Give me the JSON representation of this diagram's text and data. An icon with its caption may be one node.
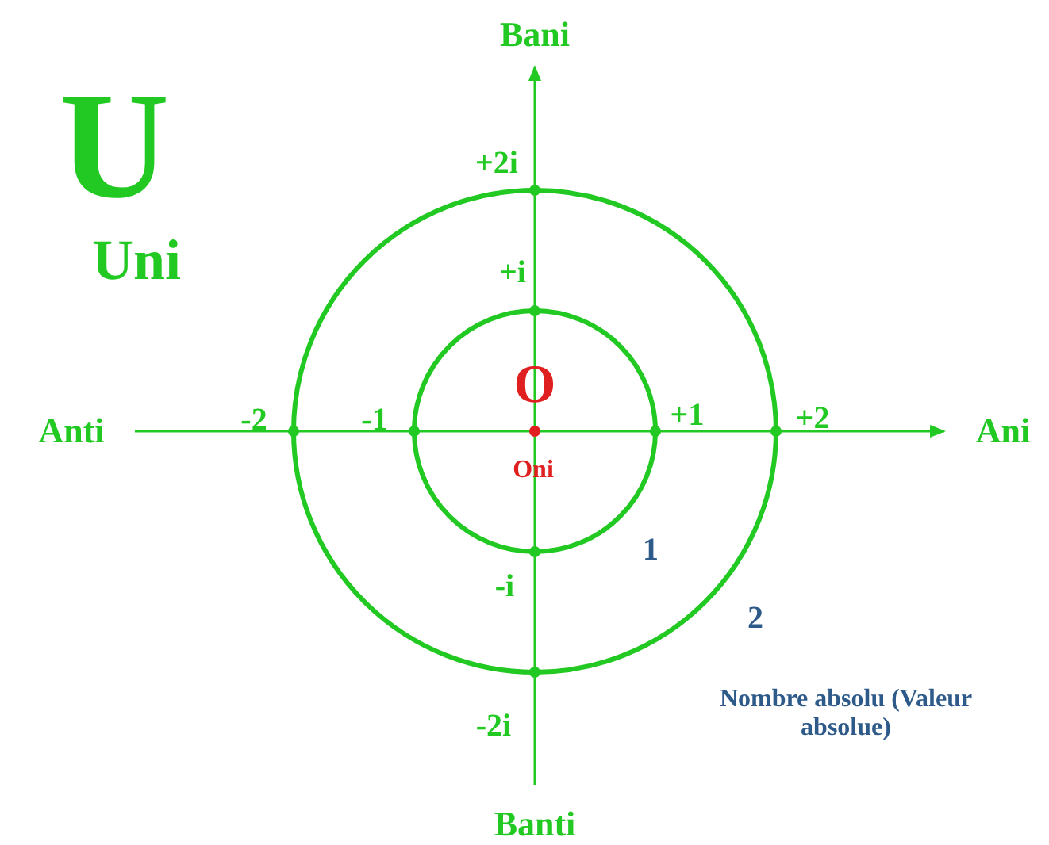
{
  "diagram": {
    "labels": [
      "U",
      "Uni",
      "Bani",
      "Anti",
      "Ani",
      "+2i",
      "+i",
      "O",
      "-2",
      "-1",
      "+1",
      "+2",
      "Oni",
      "1",
      "-i",
      "2",
      "Nombre absolu (Valeur absolue)",
      "-2i",
      "Banti"
    ]
  }
}
